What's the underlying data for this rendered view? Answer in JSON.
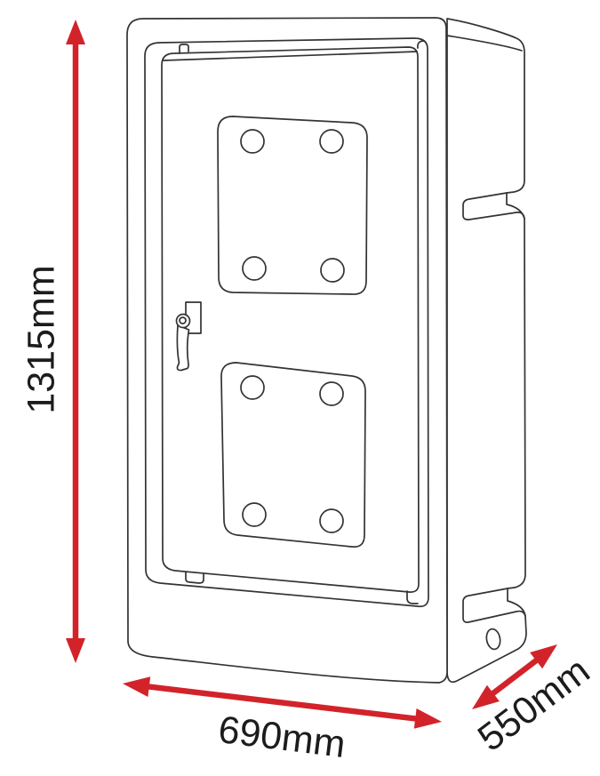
{
  "diagram": {
    "subject": "storage-cabinet-dimension-drawing",
    "labels": {
      "height": "1315mm",
      "width": "690mm",
      "depth": "550mm"
    },
    "colors": {
      "dimension_arrow": "#d2232a",
      "line_art": "#333333",
      "background": "#ffffff"
    }
  }
}
